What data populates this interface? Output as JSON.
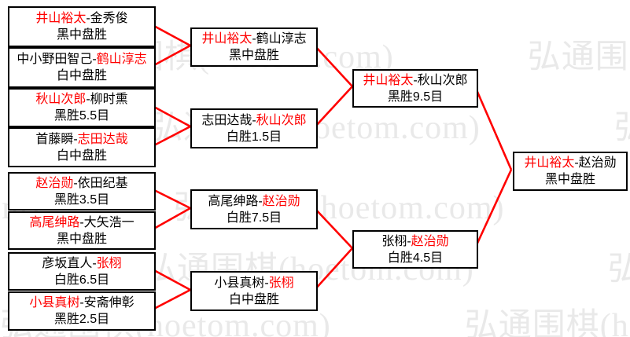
{
  "colors": {
    "win": "#ff0000",
    "line": "#ff0000",
    "border": "#000000",
    "text": "#000000",
    "watermark": "#e9e9e9"
  },
  "separator": "-",
  "watermark": {
    "text": "弘通围棋(hoetom.com)"
  },
  "rounds": [
    {
      "name": "round-1",
      "matches": [
        {
          "p1": "井山裕太",
          "p2": "金秀俊",
          "result": "黑中盘胜",
          "winner": "p1"
        },
        {
          "p1": "中小野田智己",
          "p2": "鹤山淳志",
          "result": "白中盘胜",
          "winner": "p2"
        },
        {
          "p1": "秋山次郎",
          "p2": "柳时熏",
          "result": "黑胜5.5目",
          "winner": "p1"
        },
        {
          "p1": "首藤瞬",
          "p2": "志田达哉",
          "result": "白中盘胜",
          "winner": "p2"
        },
        {
          "p1": "赵治勋",
          "p2": "依田纪基",
          "result": "黑胜3.5目",
          "winner": "p1"
        },
        {
          "p1": "高尾绅路",
          "p2": "大矢浩一",
          "result": "黑中盘胜",
          "winner": "p1"
        },
        {
          "p1": "彦坂直人",
          "p2": "张栩",
          "result": "白胜6.5目",
          "winner": "p2"
        },
        {
          "p1": "小县真树",
          "p2": "安斋伸彰",
          "result": "黑胜2.5目",
          "winner": "p1"
        }
      ]
    },
    {
      "name": "round-2",
      "matches": [
        {
          "p1": "井山裕太",
          "p2": "鹤山淳志",
          "result": "黑中盘胜",
          "winner": "p1"
        },
        {
          "p1": "志田达哉",
          "p2": "秋山次郎",
          "result": "白胜1.5目",
          "winner": "p2"
        },
        {
          "p1": "高尾绅路",
          "p2": "赵治勋",
          "result": "白胜7.5目",
          "winner": "p2"
        },
        {
          "p1": "小县真树",
          "p2": "张栩",
          "result": "白中盘胜",
          "winner": "p2"
        }
      ]
    },
    {
      "name": "semifinal",
      "matches": [
        {
          "p1": "井山裕太",
          "p2": "秋山次郎",
          "result": "黑胜9.5目",
          "winner": "p1"
        },
        {
          "p1": "张栩",
          "p2": "赵治勋",
          "result": "白胜4.5目",
          "winner": "p2"
        }
      ]
    },
    {
      "name": "final",
      "matches": [
        {
          "p1": "井山裕太",
          "p2": "赵治勋",
          "result": "黑中盘胜",
          "winner": "p1"
        }
      ]
    }
  ]
}
